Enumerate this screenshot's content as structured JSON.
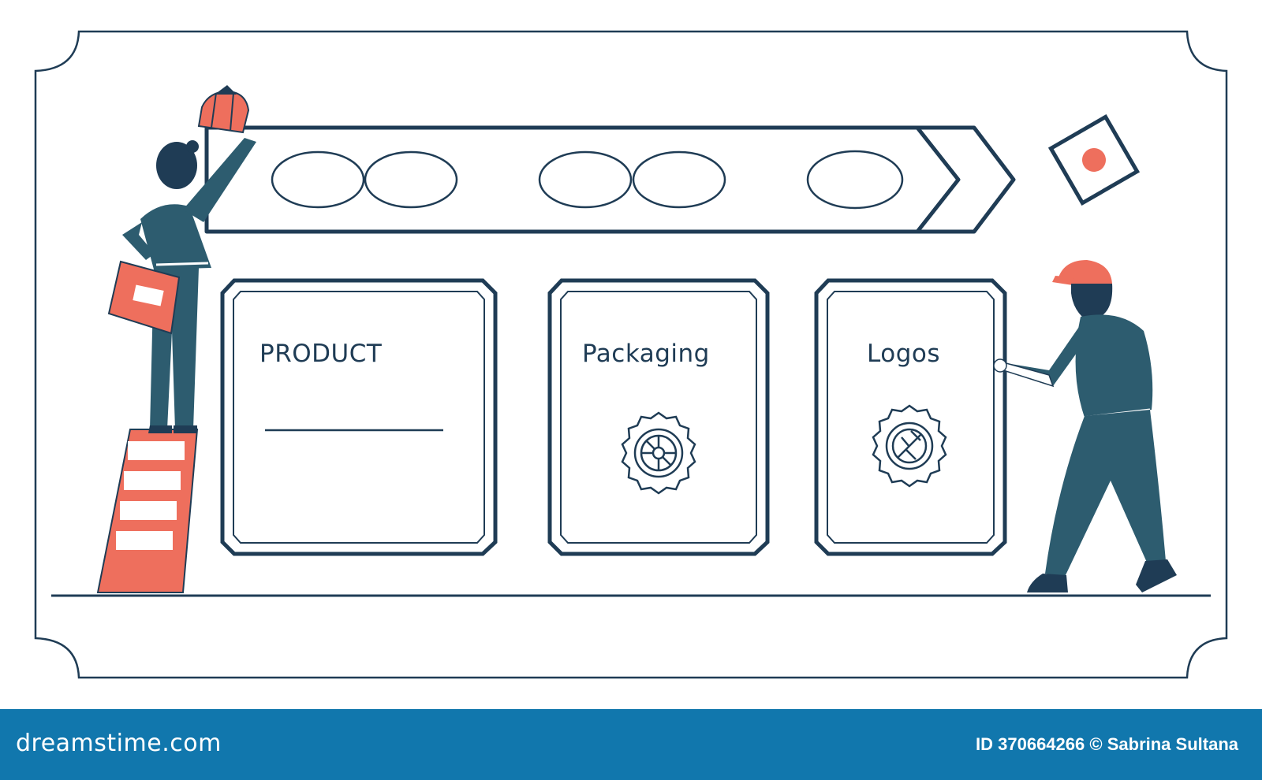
{
  "cards": [
    {
      "title": "PRODUCT"
    },
    {
      "title": "Packaging"
    },
    {
      "title": "Logos"
    }
  ],
  "footer": {
    "brand": "dreamstime.com",
    "image_id": "ID 370664266",
    "copyright_symbol": "©",
    "author": "Sabrina Sultana"
  },
  "colors": {
    "outline": "#1f3c55",
    "figure": "#2d5c6f",
    "accent": "#ee6f5d",
    "footer_bg": "#1177ad"
  },
  "icons": [
    "gear-badge-icon",
    "stamp-badge-icon",
    "sticky-note-icon"
  ]
}
